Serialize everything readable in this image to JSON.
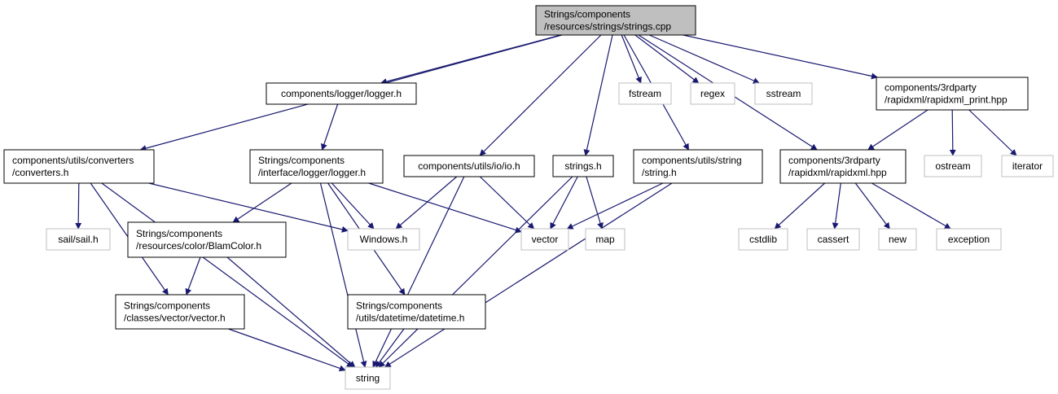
{
  "colors": {
    "edge": "#191970",
    "node_border": "#000000",
    "external_border": "#bfbfbf",
    "root_fill": "#bfbfbf",
    "text": "#000000"
  },
  "nodes": {
    "strings_cpp": {
      "lines": [
        "Strings/components",
        "/resources/strings/strings.cpp"
      ],
      "style": "root"
    },
    "logger_h": {
      "lines": [
        "components/logger/logger.h"
      ],
      "style": "normal"
    },
    "fstream": {
      "lines": [
        "fstream"
      ],
      "style": "external"
    },
    "regex": {
      "lines": [
        "regex"
      ],
      "style": "external"
    },
    "sstream": {
      "lines": [
        "sstream"
      ],
      "style": "external"
    },
    "rapidxml_print": {
      "lines": [
        "components/3rdparty",
        "/rapidxml/rapidxml_print.hpp"
      ],
      "style": "normal"
    },
    "converters_h": {
      "lines": [
        "components/utils/converters",
        "/converters.h"
      ],
      "style": "normal"
    },
    "interface_logger_h": {
      "lines": [
        "Strings/components",
        "/interface/logger/logger.h"
      ],
      "style": "normal"
    },
    "io_h": {
      "lines": [
        "components/utils/io/io.h"
      ],
      "style": "normal"
    },
    "strings_h": {
      "lines": [
        "strings.h"
      ],
      "style": "normal"
    },
    "string_h": {
      "lines": [
        "components/utils/string",
        "/string.h"
      ],
      "style": "normal"
    },
    "rapidxml_hpp": {
      "lines": [
        "components/3rdparty",
        "/rapidxml/rapidxml.hpp"
      ],
      "style": "normal"
    },
    "ostream": {
      "lines": [
        "ostream"
      ],
      "style": "external"
    },
    "iterator": {
      "lines": [
        "iterator"
      ],
      "style": "external"
    },
    "sail_h": {
      "lines": [
        "sail/sail.h"
      ],
      "style": "external"
    },
    "blamcolor_h": {
      "lines": [
        "Strings/components",
        "/resources/color/BlamColor.h"
      ],
      "style": "normal"
    },
    "windows_h": {
      "lines": [
        "Windows.h"
      ],
      "style": "external"
    },
    "vector": {
      "lines": [
        "vector"
      ],
      "style": "external"
    },
    "map": {
      "lines": [
        "map"
      ],
      "style": "external"
    },
    "cstdlib": {
      "lines": [
        "cstdlib"
      ],
      "style": "external"
    },
    "cassert": {
      "lines": [
        "cassert"
      ],
      "style": "external"
    },
    "new": {
      "lines": [
        "new"
      ],
      "style": "external"
    },
    "exception": {
      "lines": [
        "exception"
      ],
      "style": "external"
    },
    "vector_h": {
      "lines": [
        "Strings/components",
        "/classes/vector/vector.h"
      ],
      "style": "normal"
    },
    "datetime_h": {
      "lines": [
        "Strings/components",
        "/utils/datetime/datetime.h"
      ],
      "style": "normal"
    },
    "string": {
      "lines": [
        "string"
      ],
      "style": "external"
    }
  },
  "edges": [
    {
      "from": "strings_cpp",
      "to": "logger_h"
    },
    {
      "from": "strings_cpp",
      "to": "fstream"
    },
    {
      "from": "strings_cpp",
      "to": "regex"
    },
    {
      "from": "strings_cpp",
      "to": "sstream"
    },
    {
      "from": "strings_cpp",
      "to": "rapidxml_print"
    },
    {
      "from": "strings_cpp",
      "to": "converters_h"
    },
    {
      "from": "strings_cpp",
      "to": "io_h"
    },
    {
      "from": "strings_cpp",
      "to": "strings_h"
    },
    {
      "from": "strings_cpp",
      "to": "string_h"
    },
    {
      "from": "strings_cpp",
      "to": "rapidxml_hpp"
    },
    {
      "from": "logger_h",
      "to": "interface_logger_h"
    },
    {
      "from": "rapidxml_print",
      "to": "rapidxml_hpp"
    },
    {
      "from": "rapidxml_print",
      "to": "ostream"
    },
    {
      "from": "rapidxml_print",
      "to": "iterator"
    },
    {
      "from": "converters_h",
      "to": "sail_h"
    },
    {
      "from": "converters_h",
      "to": "windows_h"
    },
    {
      "from": "converters_h",
      "to": "vector_h"
    },
    {
      "from": "converters_h",
      "to": "string"
    },
    {
      "from": "interface_logger_h",
      "to": "blamcolor_h"
    },
    {
      "from": "interface_logger_h",
      "to": "windows_h"
    },
    {
      "from": "interface_logger_h",
      "to": "vector"
    },
    {
      "from": "interface_logger_h",
      "to": "datetime_h"
    },
    {
      "from": "interface_logger_h",
      "to": "string"
    },
    {
      "from": "io_h",
      "to": "windows_h"
    },
    {
      "from": "io_h",
      "to": "vector"
    },
    {
      "from": "io_h",
      "to": "string"
    },
    {
      "from": "strings_h",
      "to": "vector"
    },
    {
      "from": "strings_h",
      "to": "map"
    },
    {
      "from": "strings_h",
      "to": "string"
    },
    {
      "from": "string_h",
      "to": "vector"
    },
    {
      "from": "string_h",
      "to": "string"
    },
    {
      "from": "rapidxml_hpp",
      "to": "cstdlib"
    },
    {
      "from": "rapidxml_hpp",
      "to": "cassert"
    },
    {
      "from": "rapidxml_hpp",
      "to": "new"
    },
    {
      "from": "rapidxml_hpp",
      "to": "exception"
    },
    {
      "from": "blamcolor_h",
      "to": "vector_h"
    },
    {
      "from": "blamcolor_h",
      "to": "string"
    },
    {
      "from": "vector_h",
      "to": "string"
    },
    {
      "from": "datetime_h",
      "to": "string"
    }
  ]
}
